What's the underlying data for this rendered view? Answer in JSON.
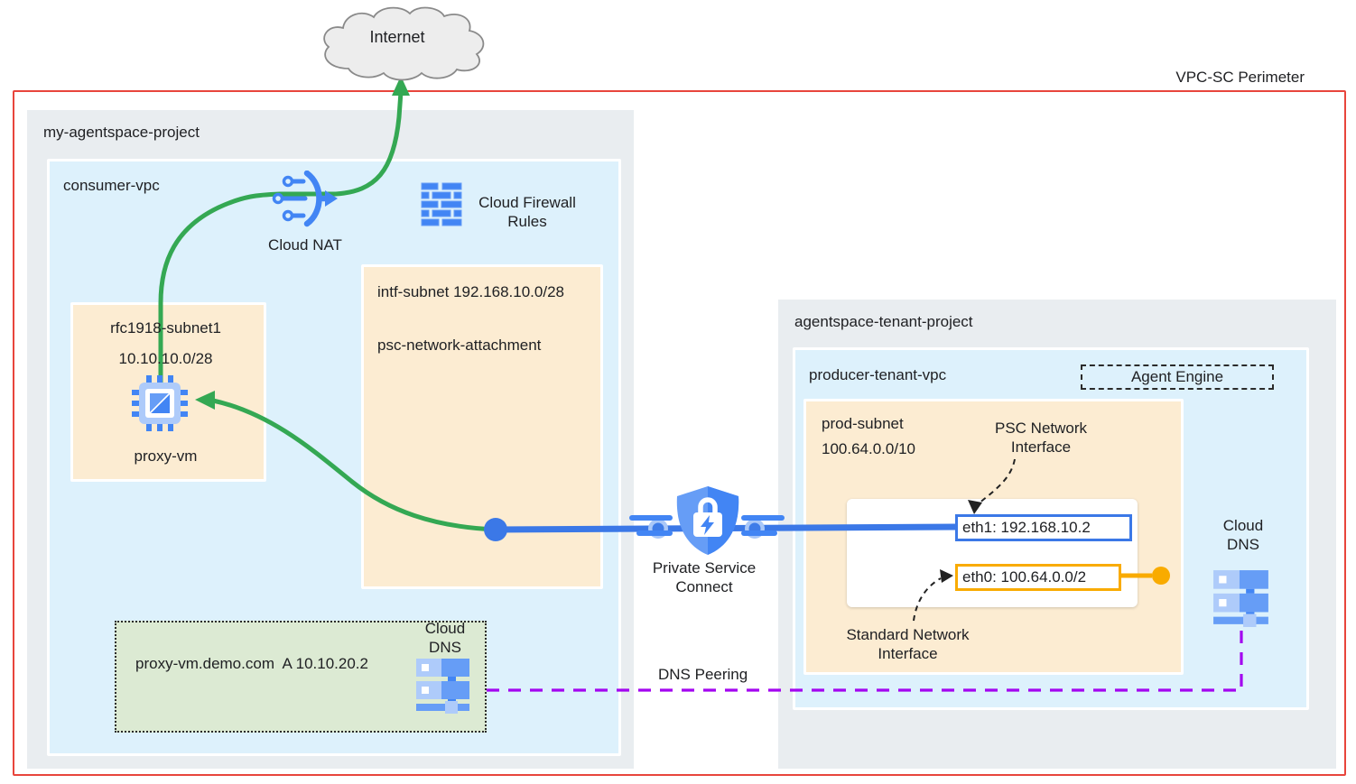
{
  "perimeter": {
    "label": "VPC-SC Perimeter"
  },
  "internet": {
    "label": "Internet"
  },
  "left_project": {
    "title": "my-agentspace-project",
    "vpc": {
      "title": "consumer-vpc",
      "cloud_nat": {
        "label": "Cloud NAT"
      },
      "firewall": {
        "line1": "Cloud Firewall",
        "line2": "Rules"
      },
      "intf_subnet": {
        "line1": "intf-subnet 192.168.10.0/28",
        "line2": "psc-network-attachment"
      },
      "rfc_subnet": {
        "name": "rfc1918-subnet1",
        "cidr": "10.10.10.0/28",
        "vm_label": "proxy-vm"
      },
      "dns_zone": {
        "record": "proxy-vm.demo.com  A 10.10.20.2",
        "dns_line1": "Cloud",
        "dns_line2": "DNS"
      }
    }
  },
  "right_project": {
    "title": "agentspace-tenant-project",
    "vpc": {
      "title": "producer-tenant-vpc",
      "agent_engine": {
        "label": "Agent Engine"
      },
      "prod_subnet": {
        "name": "prod-subnet",
        "cidr": "100.64.0.0/10"
      },
      "psc_nic_label": {
        "line1": "PSC Network",
        "line2": "Interface"
      },
      "standard_nic_label": {
        "line1": "Standard Network",
        "line2": "Interface"
      },
      "eth1": {
        "label": "eth1: 192.168.10.2"
      },
      "eth0": {
        "label": "eth0: 100.64.0.0/2"
      },
      "cloud_dns": {
        "line1": "Cloud",
        "line2": "DNS"
      }
    }
  },
  "connections": {
    "private_service_connect": {
      "line1": "Private Service",
      "line2": "Connect"
    },
    "dns_peering": {
      "label": "DNS Peering"
    }
  },
  "colors": {
    "perimeter_red": "#e8453c",
    "flow_green": "#34a853",
    "link_blue": "#3b78e7",
    "icon_blue": "#4285f4",
    "icon_blue_light": "#669df6",
    "icon_blue_pale": "#aecbfa",
    "nic_yellow": "#f9ab00",
    "dns_peering_purple": "#a305f0",
    "project_gray": "#e9edf0",
    "vpc_blue": "#ddf1fc",
    "subnet_cream": "#fcecd2",
    "dns_zone_green": "#dcead3"
  }
}
